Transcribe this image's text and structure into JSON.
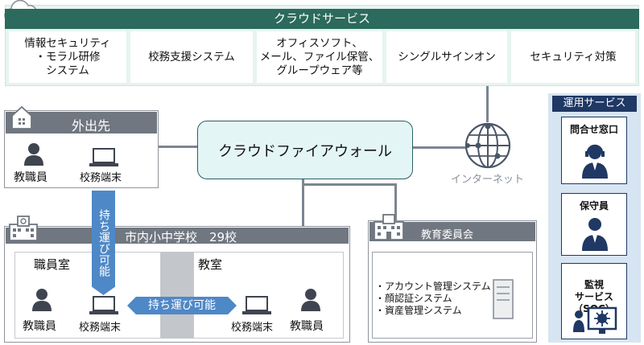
{
  "cloud": {
    "title": "クラウドサービス",
    "services": [
      "情報セキュリティ\n・モラル研修\nシステム",
      "校務支援システム",
      "オフィスソフト、\nメール、ファイル保管、\nグループウェア等",
      "シングルサインオン",
      "セキュリティ対策"
    ]
  },
  "firewall": {
    "label": "クラウドファイアウォール"
  },
  "internet": {
    "label": "インターネット"
  },
  "outside": {
    "title": "外出先",
    "staff": "教職員",
    "terminal": "校務端末"
  },
  "school": {
    "title": "市内小中学校　29校",
    "staff_room": "職員室",
    "classroom": "教室",
    "staff_left": "教職員",
    "terminal_left": "校務端末",
    "terminal_right": "校務端末",
    "staff_right": "教職員"
  },
  "carry": {
    "vertical": "持ち運び可能",
    "horizontal": "持ち運び可能"
  },
  "board": {
    "title": "教育委員会",
    "systems": [
      "・アカウント管理システム",
      "・顔認証システム",
      "・資産管理システム"
    ]
  },
  "ops": {
    "title": "運用サービス",
    "cards": [
      "問合せ窓口",
      "保守員",
      "監視\nサービス\n（SOC）"
    ]
  },
  "colors": {
    "cloud_bar": "#2b6a5c",
    "ops_bar": "#1f3864",
    "carry_arrow": "#4f88c6",
    "panel_head": "#707780"
  }
}
